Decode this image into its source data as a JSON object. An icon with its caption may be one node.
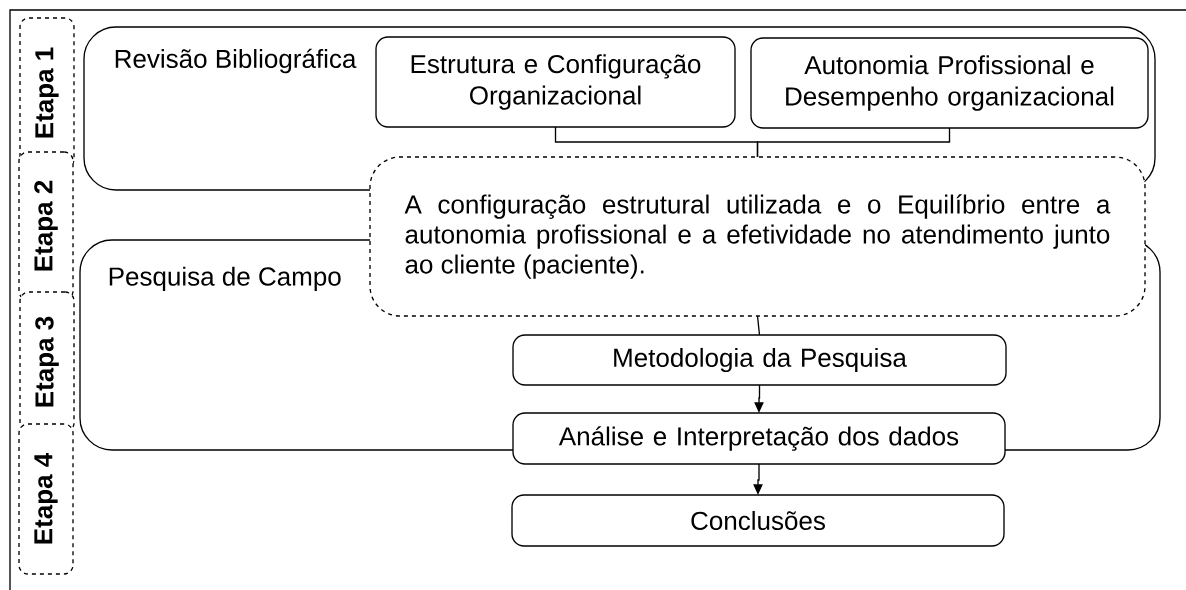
{
  "diagram": {
    "nodes": [
      {
        "text": [
          "Etapa 1"
        ]
      },
      {
        "text": [
          "Etapa 2"
        ]
      },
      {
        "text": [
          "Etapa 3"
        ]
      },
      {
        "text": [
          "Etapa 4"
        ]
      },
      {
        "text": [
          "Revisão Bibliográfica"
        ]
      },
      {
        "text": [
          "Estrutura e Configuração Organizacional"
        ],
        "in": 4
      },
      {
        "text": [
          "Autonomia Profissional e Desempenho organizacional"
        ],
        "in": 4
      },
      {
        "text": [
          "A configuração estrutural utilizada e o Equilíbrio entre a autonomia profissional e a efetividade no atendimento junto ao cliente (paciente)."
        ]
      },
      {
        "text": [
          "Pesquisa de Campo"
        ]
      },
      {
        "text": [
          "Metodologia da Pesquisa"
        ],
        "in": 8
      },
      {
        "text": [
          "Análise e Interpretação dos dados"
        ]
      },
      {
        "text": [
          "Conclusões"
        ]
      }
    ],
    "edges": [
      {
        "from": 5,
        "to": 7,
        "arrow": "none"
      },
      {
        "from": 6,
        "to": 7,
        "arrow": "none"
      },
      {
        "from": 7,
        "to": 9,
        "arrow": "none"
      },
      {
        "from": 9,
        "to": 10,
        "arrow": "to"
      },
      {
        "from": 10,
        "to": 11,
        "arrow": "to"
      }
    ]
  }
}
